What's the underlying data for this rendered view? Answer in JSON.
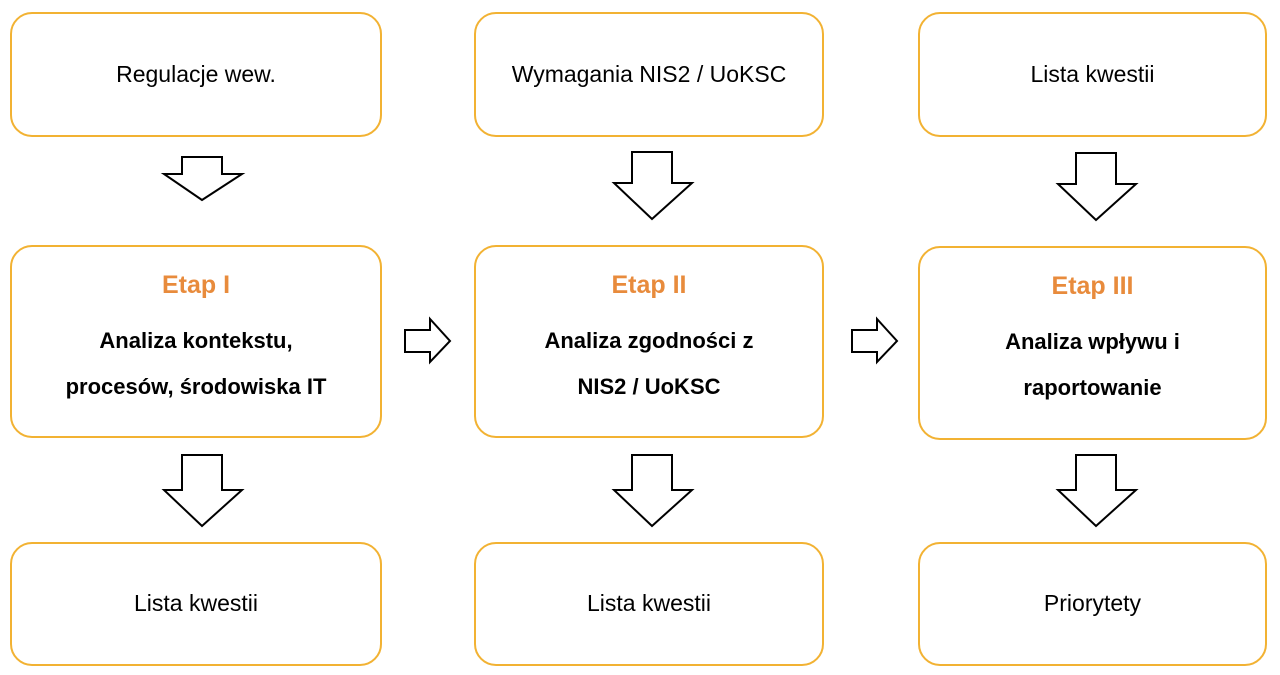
{
  "columns": [
    {
      "input": "Regulacje wew.",
      "stage_title": "Etap I",
      "stage_desc_lines": [
        "Analiza kontekstu,",
        "procesów, środowiska IT"
      ],
      "output": "Lista kwestii"
    },
    {
      "input": "Wymagania NIS2 / UoKSC",
      "stage_title": "Etap II",
      "stage_desc_lines": [
        "Analiza zgodności z",
        "NIS2 / UoKSC"
      ],
      "output": "Lista kwestii"
    },
    {
      "input": "Lista kwestii",
      "stage_title": "Etap III",
      "stage_desc_lines": [
        "Analiza wpływu i",
        "raportowanie"
      ],
      "output": "Priorytety"
    }
  ],
  "colors": {
    "box_border": "#f2b233",
    "stage_title": "#e88b3c",
    "arrow_stroke": "#000000"
  }
}
